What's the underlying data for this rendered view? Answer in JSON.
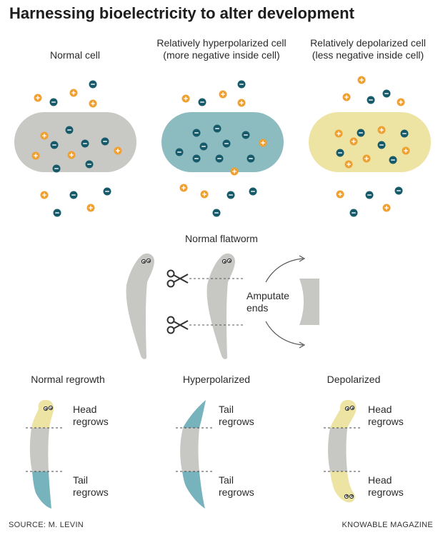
{
  "title": "Harnessing bioelectricity to alter development",
  "cells": {
    "normal": {
      "label": "Normal cell"
    },
    "hyper": {
      "label_line1": "Relatively hyperpolarized cell",
      "label_line2": "(more negative inside cell)"
    },
    "depol": {
      "label_line1": "Relatively depolarized cell",
      "label_line2": "(less negative inside cell)"
    }
  },
  "flatworm": {
    "label": "Normal flatworm",
    "amputate_line1": "Amputate",
    "amputate_line2": "ends"
  },
  "regrowth": {
    "normal": {
      "label": "Normal regrowth",
      "top_line1": "Head",
      "top_line2": "regrows",
      "bottom_line1": "Tail",
      "bottom_line2": "regrows"
    },
    "hyper": {
      "label": "Hyperpolarized",
      "top_line1": "Tail",
      "top_line2": "regrows",
      "bottom_line1": "Tail",
      "bottom_line2": "regrows"
    },
    "depol": {
      "label": "Depolarized",
      "top_line1": "Head",
      "top_line2": "regrows",
      "bottom_line1": "Head",
      "bottom_line2": "regrows"
    }
  },
  "footer": {
    "source": "SOURCE: M. LEVIN",
    "credit": "KNOWABLE MAGAZINE"
  },
  "colors": {
    "membrane_gray": "#c8c8c5",
    "hyper_teal": "#8cbcc0",
    "depol_yellow": "#ede3a3",
    "negative_ion": "#175b6b",
    "positive_ion": "#efa030",
    "worm_gray": "#c7c7c4",
    "tail_teal": "#77b3bd",
    "head_yellow": "#ede3a3"
  }
}
